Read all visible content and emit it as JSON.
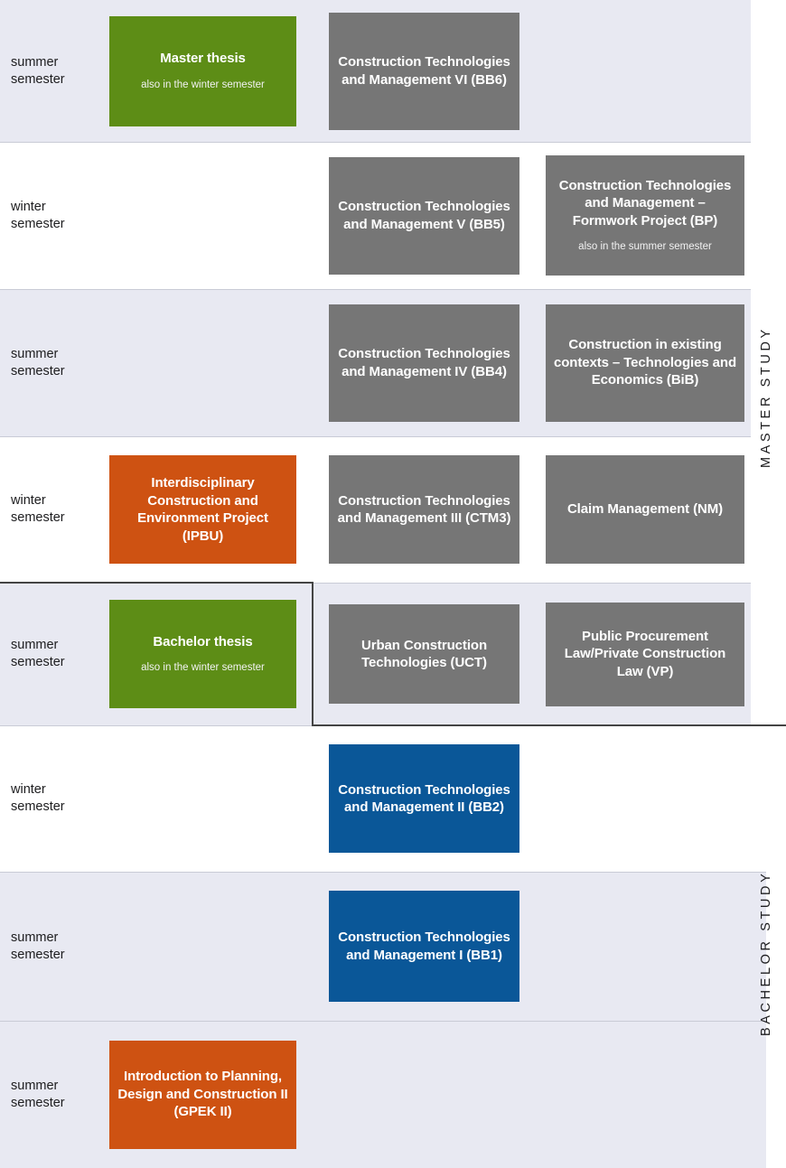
{
  "diagram": {
    "title": "Curriculum overview of Construction Technologies and Management courses",
    "colors": {
      "grey": "#767676",
      "green": "#5d8d16",
      "orange": "#ce5212",
      "blue": "#0a5798",
      "band_shaded": "#e8e9f2",
      "band_plain": "#ffffff",
      "divider": "#444444"
    }
  },
  "side_labels": [
    {
      "text": "MASTER STUDY"
    },
    {
      "text": "BACHELOR STUDY"
    }
  ],
  "rows": [
    {
      "id": "row-1",
      "semester": "summer\nsemester",
      "shaded": true,
      "cards": [
        {
          "column": 1,
          "color": "green",
          "title": "Master thesis",
          "note": "also in the winter semester"
        },
        {
          "column": 2,
          "color": "grey",
          "title": "Construction Technologies and Management VI (BB6)",
          "note": ""
        }
      ]
    },
    {
      "id": "row-2",
      "semester": "winter\nsemester",
      "shaded": false,
      "cards": [
        {
          "column": 2,
          "color": "grey",
          "title": "Construction Technologies and Management V (BB5)",
          "note": ""
        },
        {
          "column": 3,
          "color": "grey",
          "title": "Construction Technologies and Management – Formwork Project (BP)",
          "note": "also in the summer semester"
        }
      ]
    },
    {
      "id": "row-3",
      "semester": "summer\nsemester",
      "shaded": true,
      "cards": [
        {
          "column": 2,
          "color": "grey",
          "title": "Construction Technologies and Management IV (BB4)",
          "note": ""
        },
        {
          "column": 3,
          "color": "grey",
          "title": "Construction in existing contexts – Technologies and Economics (BiB)",
          "note": ""
        }
      ]
    },
    {
      "id": "row-4",
      "semester": "winter\nsemester",
      "shaded": false,
      "cards": [
        {
          "column": 1,
          "color": "orange",
          "title": "Interdisciplinary Construction and Environment Project (IPBU)",
          "note": ""
        },
        {
          "column": 2,
          "color": "grey",
          "title": "Construction Technologies and Management III (CTM3)",
          "note": ""
        },
        {
          "column": 3,
          "color": "grey",
          "title": "Claim Management (NM)",
          "note": ""
        }
      ]
    },
    {
      "id": "row-5",
      "semester": "summer\nsemester",
      "shaded": true,
      "cards": [
        {
          "column": 1,
          "color": "green",
          "title": "Bachelor thesis",
          "note": "also in the winter semester"
        },
        {
          "column": 2,
          "color": "grey",
          "title": "Urban Construction Technologies (UCT)",
          "note": ""
        },
        {
          "column": 3,
          "color": "grey",
          "title": "Public Procurement Law/Private Construction Law (VP)",
          "note": ""
        }
      ]
    },
    {
      "id": "row-6",
      "semester": "winter\nsemester",
      "shaded": false,
      "cards": [
        {
          "column": 2,
          "color": "blue",
          "title": "Construction Technologies and Management II (BB2)",
          "note": ""
        }
      ]
    },
    {
      "id": "row-7",
      "semester": "summer\nsemester",
      "shaded": true,
      "cards": [
        {
          "column": 2,
          "color": "blue",
          "title": "Construction Technologies and Management I (BB1)",
          "note": ""
        }
      ]
    },
    {
      "id": "row-8",
      "semester": "summer\nsemester",
      "shaded": true,
      "cards": [
        {
          "column": 1,
          "color": "orange",
          "title": "Introduction to Planning, Design and Construction II (GPEK II)",
          "note": ""
        }
      ]
    }
  ]
}
